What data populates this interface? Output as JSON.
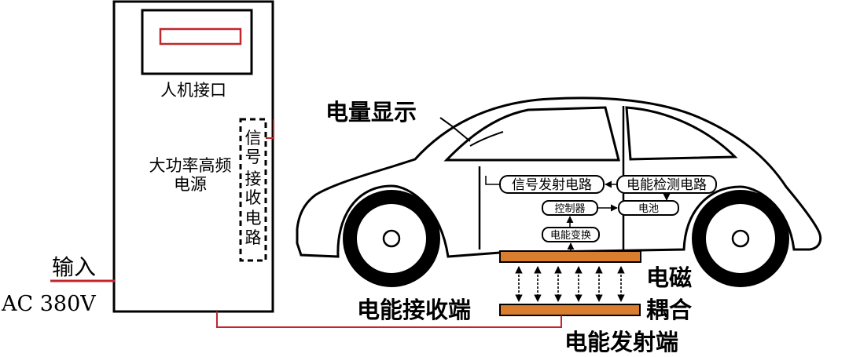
{
  "charger": {
    "hmi_label": "人机接口",
    "power_source_line1": "大功率高频",
    "power_source_line2": "电源",
    "signal_receiver_chars": [
      "信",
      "号",
      "接",
      "收",
      "电",
      "路"
    ]
  },
  "input": {
    "label": "输入",
    "voltage": "AC 380V"
  },
  "vehicle": {
    "charge_display": "电量显示",
    "signal_transmit_circuit": "信号发射电路",
    "energy_detect_circuit": "电能检测电路",
    "controller": "控制器",
    "battery": "电池",
    "power_conversion": "电能变换"
  },
  "coupling": {
    "label_line1": "电磁",
    "label_line2": "耦合",
    "receiver_label": "电能接收端",
    "transmitter_label": "电能发射端",
    "pad_color": "#d97d2e",
    "wire_color": "#c0272d"
  }
}
